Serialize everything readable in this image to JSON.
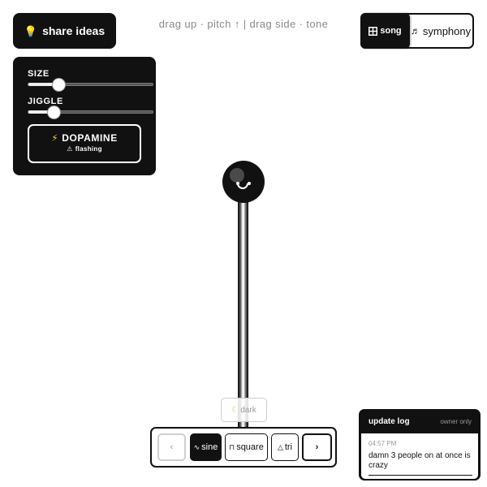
{
  "share": {
    "label": "share ideas",
    "icon": "lightbulb-icon"
  },
  "hint": {
    "text": "drag up · pitch ↑  |  drag side · tone"
  },
  "mode": {
    "song": {
      "label": "song",
      "icon": "grid-icon"
    },
    "symphony": {
      "label": "symphony",
      "icon": "music-note-icon"
    },
    "selected": "song"
  },
  "controls": {
    "size": {
      "label": "SIZE",
      "value": 0.24
    },
    "jiggle": {
      "label": "JIGGLE",
      "value": 0.2
    },
    "dopamine": {
      "label": "DOPAMINE",
      "sublabel": "flashing",
      "icon": "lightning-bolt-icon",
      "sub_icon": "warning-icon"
    }
  },
  "dark_toggle": {
    "label": "dark",
    "icon": "moon-icon"
  },
  "waveforms": {
    "prev_label": "‹",
    "next_label": "›",
    "items": [
      {
        "label": "sine",
        "icon": "sine-wave-icon",
        "selected": true
      },
      {
        "label": "square",
        "icon": "square-wave-icon",
        "selected": false
      },
      {
        "label": "tri",
        "icon": "triangle-icon",
        "selected": false
      }
    ]
  },
  "update_log": {
    "title": "update log",
    "owner_label": "owner only",
    "entries": [
      {
        "time": "04:57 PM",
        "message": "damn 3 people on at once is crazy"
      }
    ]
  },
  "colors": {
    "accent": "#111111",
    "bolt": "#f6c343",
    "moon": "#e8c46a",
    "muted": "#8a8a8a"
  }
}
